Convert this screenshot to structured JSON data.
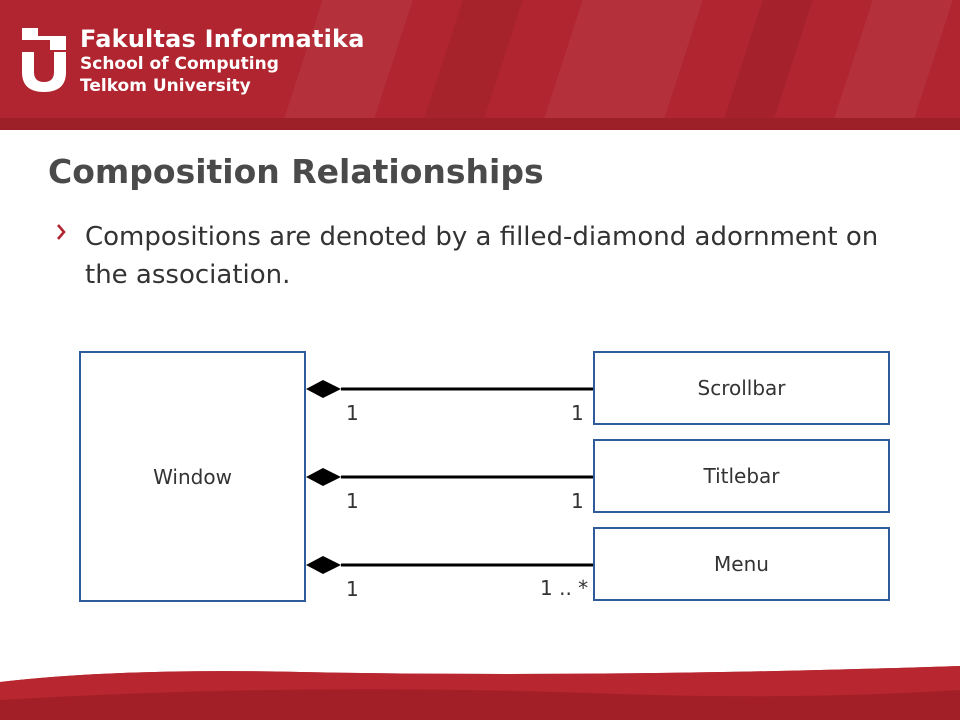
{
  "header": {
    "brand_line1": "Fakultas Informatika",
    "brand_line2": "School of Computing",
    "brand_line3": "Telkom University",
    "color": "#b0252f"
  },
  "slide": {
    "title": "Composition Relationships",
    "bullet": "Compositions are denoted by a filled-diamond adornment on the association."
  },
  "diagram": {
    "whole": "Window",
    "parts": [
      "Scrollbar",
      "Titlebar",
      "Menu"
    ],
    "multiplicities": [
      {
        "whole": "1",
        "part": "1"
      },
      {
        "whole": "1",
        "part": "1"
      },
      {
        "whole": "1",
        "part": "1 .. *"
      }
    ],
    "box_border_color": "#2e5b9a"
  }
}
